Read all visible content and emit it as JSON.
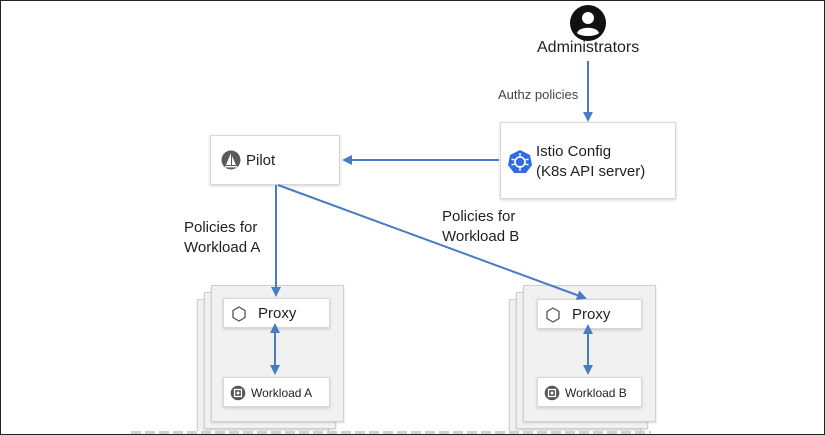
{
  "diagram": {
    "admin_label": "Administrators",
    "authz_label": "Authz policies",
    "config_line1": "Istio Config",
    "config_line2": "(K8s API server)",
    "pilot_label": "Pilot",
    "policies_a_line1": "Policies for",
    "policies_a_line2": "Workload A",
    "policies_b_line1": "Policies for",
    "policies_b_line2": "Workload B",
    "proxy_a_label": "Proxy",
    "proxy_b_label": "Proxy",
    "workload_a_label": "Workload A",
    "workload_b_label": "Workload B"
  },
  "colors": {
    "arrow": "#4a7cc2",
    "k8s_blue": "#326ce5",
    "text": "#1f1f1f"
  },
  "icons": {
    "admin": "user-icon",
    "config": "kubernetes-icon",
    "pilot": "sail-icon",
    "proxy": "hexagon-icon",
    "workload": "chip-icon"
  }
}
